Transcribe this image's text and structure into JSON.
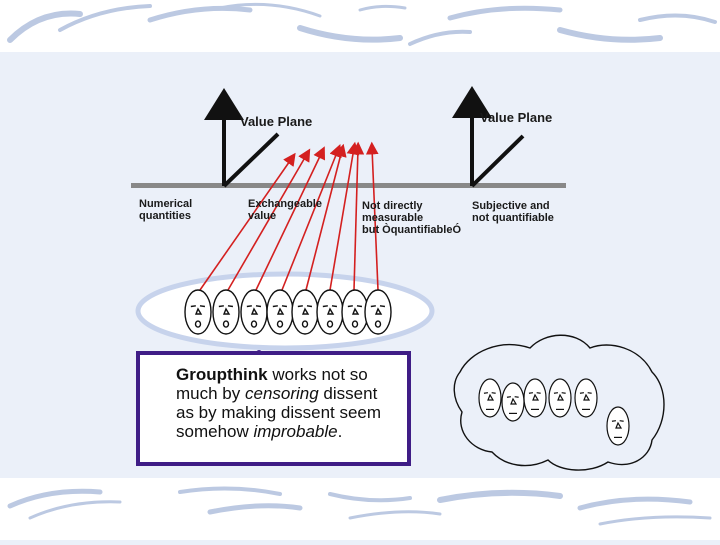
{
  "slide": {
    "colors": {
      "background": "#ebf0f9",
      "band": "#ffffff",
      "swoosh": "#bcc9e2",
      "arrow": "#d42020",
      "axis": "#111111",
      "baseline": "#888888",
      "quote_border": "#3f1d86",
      "ellipse_fill": "#ffffff",
      "ellipse_stroke": "#c7d3ec"
    },
    "planes": [
      {
        "title": "Value Plane"
      },
      {
        "title": "Value Plane"
      }
    ],
    "baseline_labels": {
      "numerical": "Numerical\nquantities",
      "exchangeable": "Exchangeable\nvalue",
      "not_measurable": "Not directly\nmeasurable\nbut ÒquantifiableÓ",
      "subjective": "Subjective and\nnot quantifiable"
    },
    "quote": {
      "part1": "Groupthink",
      "part2": " works not so much by ",
      "part3": "censoring",
      "part4": " dissent as by making dissent seem somehow ",
      "part5": "improbable",
      "part6": "."
    },
    "icons": {
      "faces": "face-icon",
      "arrows": "arrow-icon",
      "cluster": "outlined-faces-group-icon"
    }
  }
}
